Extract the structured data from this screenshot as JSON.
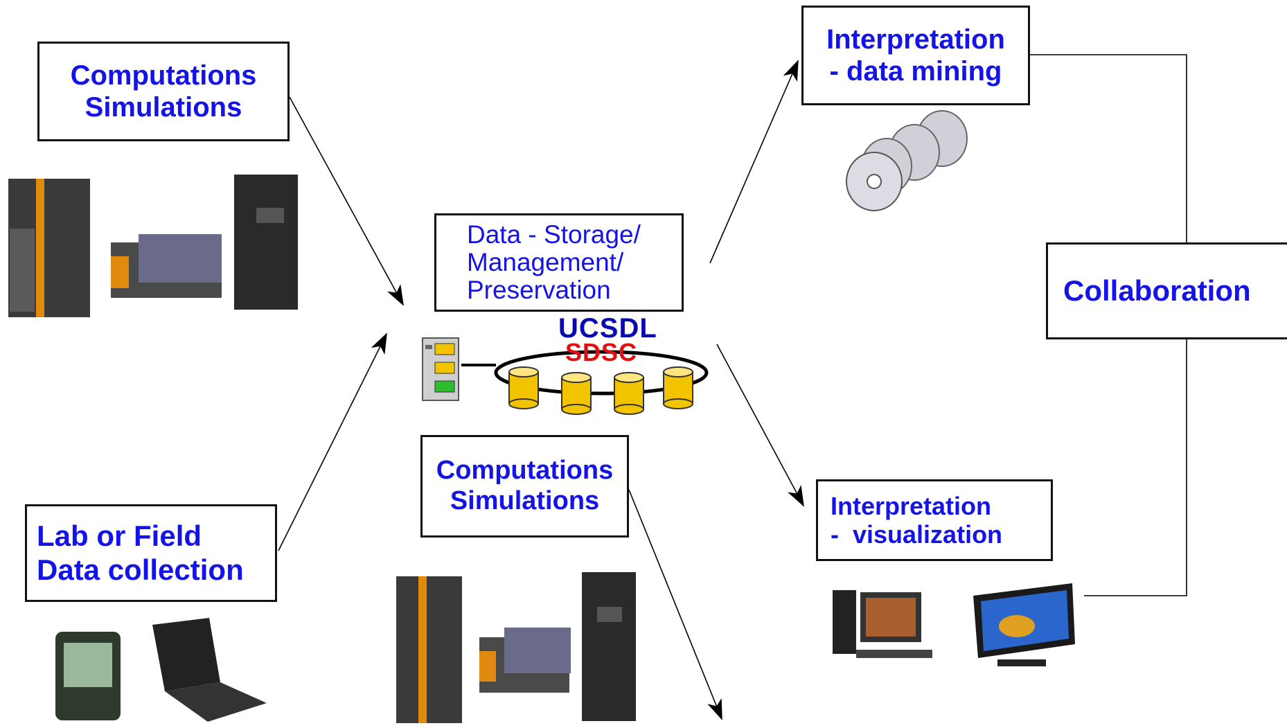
{
  "diagram": {
    "boxes": {
      "computations_top": {
        "line1": "Computations",
        "line2": "Simulations"
      },
      "lab_field": {
        "line1": "Lab or Field",
        "line2": "Data collection"
      },
      "data_storage": {
        "line1": "Data - Storage/",
        "line2": "Management/",
        "line3": "Preservation"
      },
      "computations_bottom": {
        "line1": "Computations",
        "line2": "Simulations"
      },
      "interpretation_mining": {
        "line1": "Interpretation",
        "line2": "- data mining"
      },
      "interpretation_visualization": {
        "line1": "Interpretation",
        "line2": "-  visualization"
      },
      "collaboration": {
        "label": "Collaboration"
      }
    },
    "ring_labels": {
      "ucsdl": "UCSDL",
      "sdsc": "SDSC"
    }
  },
  "colors": {
    "text_blue": "#1414e6",
    "sdsc_red": "#e01010",
    "cylinder_yellow": "#f2c400",
    "server_orange": "#e08a10"
  }
}
